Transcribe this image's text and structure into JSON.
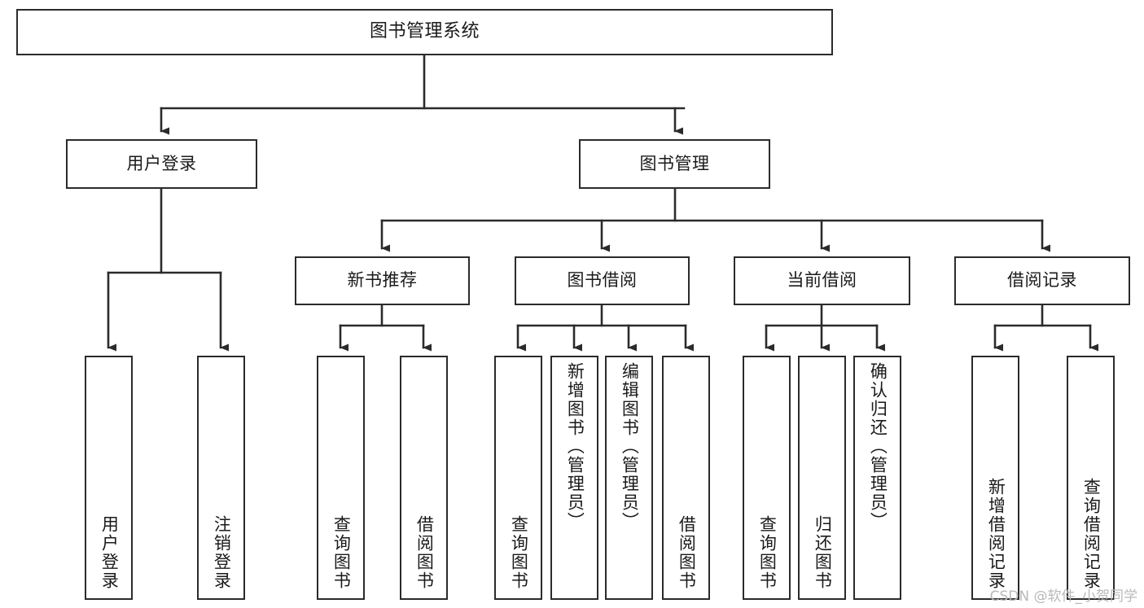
{
  "diagram": {
    "type": "tree-hierarchy",
    "title": "图书管理系统",
    "watermark": "CSDN @软件_小贺同学",
    "colors": {
      "box_border": "#2b2b2b",
      "box_fill": "#ffffff",
      "edge": "#2b2b2b",
      "text": "#1a1a1a",
      "watermark": "#b9b9b9",
      "background": "#ffffff"
    },
    "nodes": {
      "root": {
        "label": "图书管理系统"
      },
      "level2": [
        {
          "id": "user-login",
          "label": "用户登录"
        },
        {
          "id": "book-manage",
          "label": "图书管理"
        }
      ],
      "level3": [
        {
          "id": "new-book-recommend",
          "label": "新书推荐"
        },
        {
          "id": "book-borrow",
          "label": "图书借阅"
        },
        {
          "id": "current-borrow",
          "label": "当前借阅"
        },
        {
          "id": "borrow-record",
          "label": "借阅记录"
        }
      ],
      "leaves": {
        "user_login": [
          {
            "id": "leaf-user-login",
            "label": "用户登录"
          },
          {
            "id": "leaf-logout",
            "label": "注销登录"
          }
        ],
        "new_book_recommend": [
          {
            "id": "leaf-query-book-1",
            "label": "查询图书"
          },
          {
            "id": "leaf-borrow-book-1",
            "label": "借阅图书"
          }
        ],
        "book_borrow": [
          {
            "id": "leaf-query-book-2",
            "label": "查询图书"
          },
          {
            "id": "leaf-add-book",
            "label": "新增图书（管理员）"
          },
          {
            "id": "leaf-edit-book",
            "label": "编辑图书（管理员）"
          },
          {
            "id": "leaf-borrow-book-2",
            "label": "借阅图书"
          }
        ],
        "current_borrow": [
          {
            "id": "leaf-query-book-3",
            "label": "查询图书"
          },
          {
            "id": "leaf-return-book",
            "label": "归还图书"
          },
          {
            "id": "leaf-confirm-return",
            "label": "确认归还（管理员）"
          }
        ],
        "borrow_record": [
          {
            "id": "leaf-add-record",
            "label": "新增借阅记录"
          },
          {
            "id": "leaf-query-record",
            "label": "查询借阅记录"
          }
        ]
      }
    }
  }
}
